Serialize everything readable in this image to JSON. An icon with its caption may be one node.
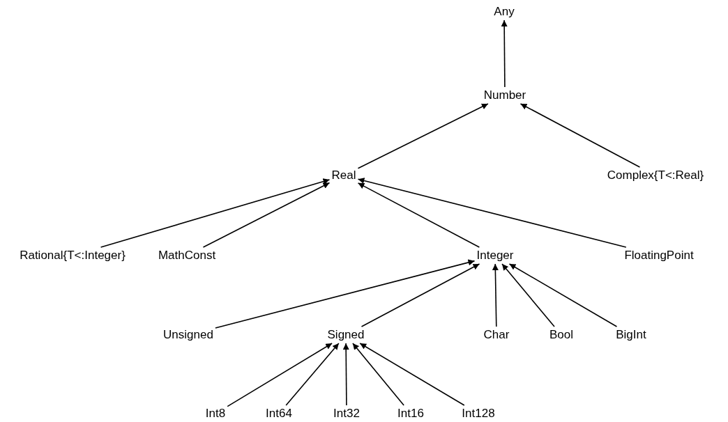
{
  "diagram": {
    "nodes": [
      {
        "text": [
          "Any"
        ]
      },
      {
        "text": [
          "Number"
        ]
      },
      {
        "text": [
          "Real"
        ]
      },
      {
        "text": [
          "Complex{T<:Real}"
        ]
      },
      {
        "text": [
          "Rational{T<:Integer}"
        ]
      },
      {
        "text": [
          "MathConst"
        ]
      },
      {
        "text": [
          "Integer"
        ]
      },
      {
        "text": [
          "FloatingPoint"
        ]
      },
      {
        "text": [
          "Unsigned"
        ]
      },
      {
        "text": [
          "Signed"
        ]
      },
      {
        "text": [
          "Char"
        ]
      },
      {
        "text": [
          "Bool"
        ]
      },
      {
        "text": [
          "BigInt"
        ]
      },
      {
        "text": [
          "Int8"
        ]
      },
      {
        "text": [
          "Int64"
        ]
      },
      {
        "text": [
          "Int32"
        ]
      },
      {
        "text": [
          "Int16"
        ]
      },
      {
        "text": [
          "Int128"
        ]
      }
    ],
    "edges": [
      {
        "from": 1,
        "to": 0,
        "arrow": "to"
      },
      {
        "from": 2,
        "to": 1,
        "arrow": "to"
      },
      {
        "from": 3,
        "to": 1,
        "arrow": "to"
      },
      {
        "from": 4,
        "to": 2,
        "arrow": "to"
      },
      {
        "from": 5,
        "to": 2,
        "arrow": "to"
      },
      {
        "from": 6,
        "to": 2,
        "arrow": "to"
      },
      {
        "from": 7,
        "to": 2,
        "arrow": "to"
      },
      {
        "from": 8,
        "to": 6,
        "arrow": "to"
      },
      {
        "from": 9,
        "to": 6,
        "arrow": "to"
      },
      {
        "from": 10,
        "to": 6,
        "arrow": "to"
      },
      {
        "from": 11,
        "to": 6,
        "arrow": "to"
      },
      {
        "from": 12,
        "to": 6,
        "arrow": "to"
      },
      {
        "from": 13,
        "to": 9,
        "arrow": "to"
      },
      {
        "from": 14,
        "to": 9,
        "arrow": "to"
      },
      {
        "from": 15,
        "to": 9,
        "arrow": "to"
      },
      {
        "from": 16,
        "to": 9,
        "arrow": "to"
      },
      {
        "from": 17,
        "to": 9,
        "arrow": "to"
      }
    ]
  }
}
